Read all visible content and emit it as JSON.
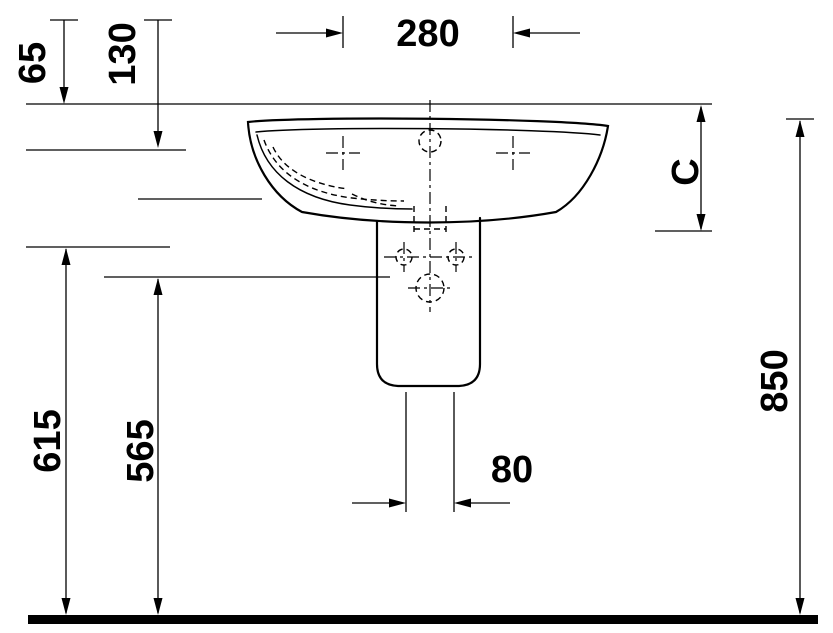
{
  "drawing": {
    "kind": "sanitary-ware technical drawing",
    "subject": "wall-mounted washbasin with siphon cover, front elevation",
    "units": "mm",
    "colors": {
      "ink": "#000000",
      "background": "#ffffff"
    },
    "labels": {
      "faucet_hole_spacing": "280",
      "top_offset_small": "65",
      "top_offset_large": "130",
      "basin_edge_depth": "C",
      "rim_height_total": "850",
      "height_outer": "615",
      "height_inner": "565",
      "drain_width": "80"
    }
  }
}
